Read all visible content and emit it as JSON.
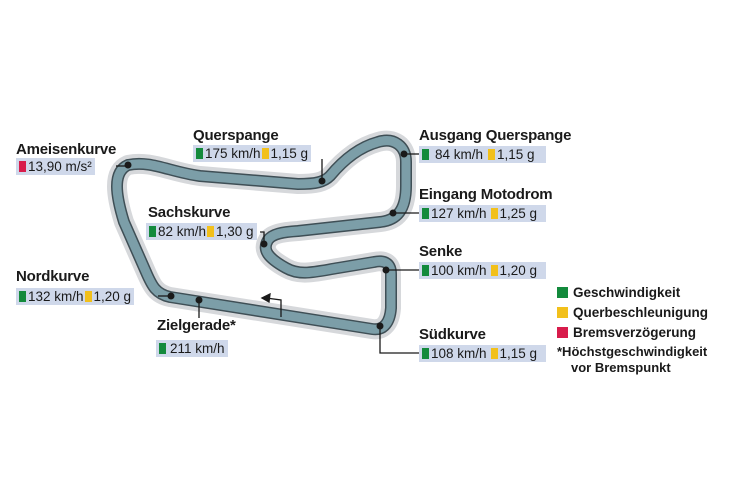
{
  "corners": {
    "ameisenkurve": {
      "name": "Ameisenkurve",
      "brake": "13,90 m/s²"
    },
    "querspange": {
      "name": "Querspange",
      "speed": "175 km/h",
      "lat": "1,15 g"
    },
    "ausgang_querspange": {
      "name": "Ausgang Querspange",
      "speed": "84 km/h",
      "lat": "1,15 g"
    },
    "eingang_motodrom": {
      "name": "Eingang Motodrom",
      "speed": "127 km/h",
      "lat": "1,25 g"
    },
    "sachskurve": {
      "name": "Sachskurve",
      "speed": "82 km/h",
      "lat": "1,30 g"
    },
    "senke": {
      "name": "Senke",
      "speed": "100 km/h",
      "lat": "1,20 g"
    },
    "nordkurve": {
      "name": "Nordkurve",
      "speed": "132 km/h",
      "lat": "1,20 g"
    },
    "zielgerade": {
      "name": "Zielgerade*",
      "speed": "211 km/h"
    },
    "suedkurve": {
      "name": "Südkurve",
      "speed": "108 km/h",
      "lat": "1,15 g"
    }
  },
  "legend": {
    "speed": "Geschwindigkeit",
    "lateral": "Querbeschleunigung",
    "braking": "Bremsverzögerung",
    "note_line1": "*Höchstgeschwindigkeit",
    "note_line2": "vor Bremspunkt"
  },
  "colors": {
    "track": "#7c9ea8",
    "track_halo": "#d6d8db",
    "speed": "#138a3c",
    "lateral": "#f2c01b",
    "braking": "#d81c4b",
    "label_box": "#cfd8ea"
  },
  "icons": {
    "direction": "direction-arrow-icon"
  }
}
